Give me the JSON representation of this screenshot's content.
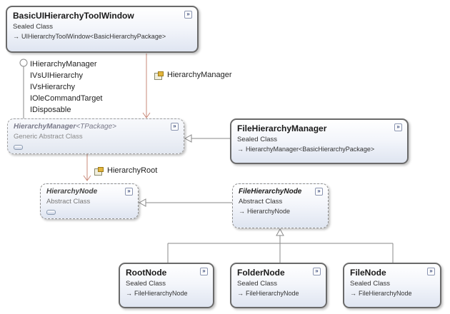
{
  "classes": {
    "toolwindow": {
      "name": "BasicUIHierarchyToolWindow",
      "stereotype": "Sealed Class",
      "base": "UIHierarchyToolWindow<BasicHierarchyPackage>"
    },
    "manager": {
      "name": "HierarchyManager",
      "type_param": "<TPackage>",
      "stereotype": "Generic Abstract Class"
    },
    "file_manager": {
      "name": "FileHierarchyManager",
      "stereotype": "Sealed Class",
      "base": "HierarchyManager<BasicHierarchyPackage>"
    },
    "node": {
      "name": "HierarchyNode",
      "stereotype": "Abstract Class"
    },
    "file_node": {
      "name": "FileHierarchyNode",
      "stereotype": "Abstract Class",
      "base": "HierarchyNode"
    },
    "root_node": {
      "name": "RootNode",
      "stereotype": "Sealed Class",
      "base": "FileHierarchyNode"
    },
    "folder_node": {
      "name": "FolderNode",
      "stereotype": "Sealed Class",
      "base": "FileHierarchyNode"
    },
    "file_leaf": {
      "name": "FileNode",
      "stereotype": "Sealed Class",
      "base": "FileHierarchyNode"
    }
  },
  "interfaces": [
    "IHierarchyManager",
    "IVsUIHierarchy",
    "IVsHierarchy",
    "IOleCommandTarget",
    "IDisposable"
  ],
  "associations": {
    "toolwindow_to_manager": "HierarchyManager",
    "manager_to_node": "HierarchyRoot"
  },
  "glyphs": {
    "expand": "»",
    "inherit_arrow": "→"
  },
  "colors": {
    "arrow_assoc": "#c98a7a",
    "arrow_inherit": "#8a8a8a",
    "box_border": "#6a6a6a"
  }
}
